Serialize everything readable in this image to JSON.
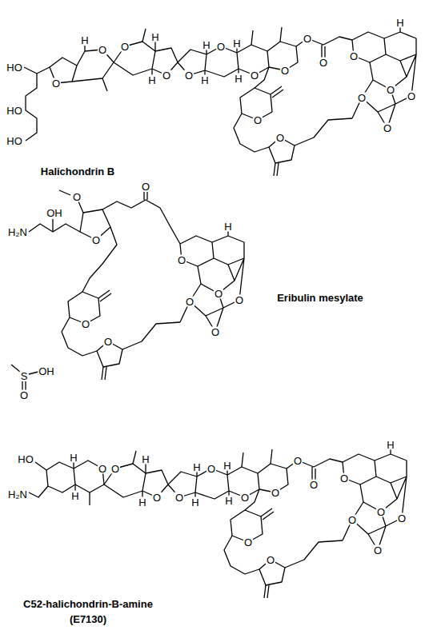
{
  "diagram": {
    "labels": [
      "HO",
      "HO",
      "HO",
      "H",
      "O",
      "O",
      "O",
      "H",
      "H",
      "O",
      "O",
      "H",
      "H",
      "O",
      "H",
      "H",
      "O",
      "O",
      "O",
      "O",
      "O",
      "O",
      "O",
      "O",
      "O",
      "O",
      "O",
      "H",
      "Halichondrin B",
      "O",
      "OH",
      "H₂N",
      "O",
      "O",
      "O",
      "O",
      "O",
      "O",
      "O",
      "O",
      "O",
      "H",
      "S",
      "OH",
      "O",
      "Eribulin mesylate",
      "HO",
      "H₂N",
      "H",
      "H",
      "O",
      "O",
      "H",
      "H",
      "O",
      "O",
      "H",
      "H",
      "O",
      "H",
      "H",
      "O",
      "O",
      "O",
      "O",
      "O",
      "O",
      "O",
      "O",
      "O",
      "O",
      "O",
      "H",
      "C52-halichondrin-B-amine",
      "(E7130)"
    ]
  }
}
